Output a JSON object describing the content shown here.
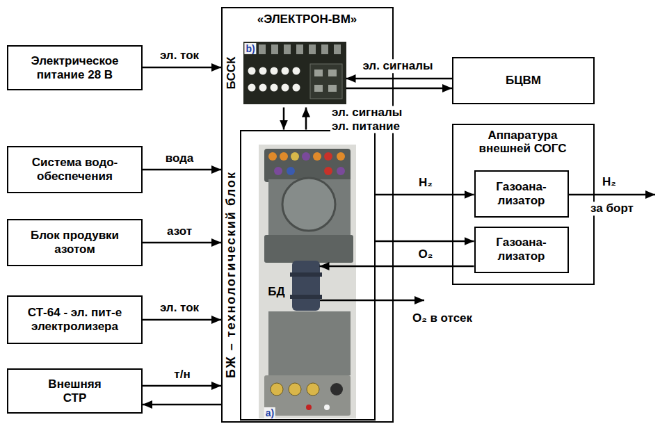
{
  "diagram": {
    "nodes": [
      {
        "text": [
          "Электрическое питание 28 В"
        ]
      },
      {
        "text": [
          "Система водо- обеспечения"
        ]
      },
      {
        "text": [
          "Блок продувки азотом"
        ]
      },
      {
        "text": [
          "СТ-64 - эл. пит-е электролизера"
        ]
      },
      {
        "text": [
          "Внешняя СТР"
        ]
      },
      {
        "text": [
          "«ЭЛЕКТРОН-ВМ»"
        ]
      },
      {
        "text": [
          "БССК"
        ],
        "in": 5
      },
      {
        "text": [
          "БЖ – технологический блок"
        ],
        "in": 5
      },
      {
        "text": [
          "БД"
        ],
        "in": 7
      },
      {
        "text": [
          "БЦВМ"
        ]
      },
      {
        "text": [
          "Аппаратура внешней СОГС"
        ]
      },
      {
        "text": [
          "Газоана- лизатор"
        ],
        "in": 10
      },
      {
        "text": [
          "Газоана- лизатор"
        ],
        "in": 10
      }
    ],
    "edges": [
      {
        "from": 0,
        "to": 5,
        "label": "эл. ток",
        "arrow": "to"
      },
      {
        "from": 1,
        "to": 5,
        "label": "вода",
        "arrow": "to"
      },
      {
        "from": 2,
        "to": 5,
        "label": "азот",
        "arrow": "to"
      },
      {
        "from": 3,
        "to": 5,
        "label": "эл. ток",
        "arrow": "to"
      },
      {
        "from": 4,
        "to": 5,
        "label": "т/н",
        "arrow": "to"
      },
      {
        "from": 5,
        "to": 4,
        "arrow": "to"
      },
      {
        "from": 9,
        "to": 6,
        "label": "эл. сигналы",
        "arrow": "to"
      },
      {
        "from": 6,
        "to": 9,
        "arrow": "to"
      },
      {
        "from": 6,
        "to": 7,
        "label": "эл. сигналы эл. питание",
        "arrow": "to"
      },
      {
        "from": 7,
        "to": 6,
        "arrow": "to"
      },
      {
        "from": 7,
        "to": 11,
        "label": "H₂",
        "arrow": "to"
      },
      {
        "from": 7,
        "to": 12,
        "arrow": "to"
      },
      {
        "from": 12,
        "to": 8,
        "label": "O₂",
        "arrow": "to"
      }
    ],
    "labels": [
      "H₂",
      "за борт",
      "O₂ в отсек",
      "b)",
      "a)"
    ]
  }
}
